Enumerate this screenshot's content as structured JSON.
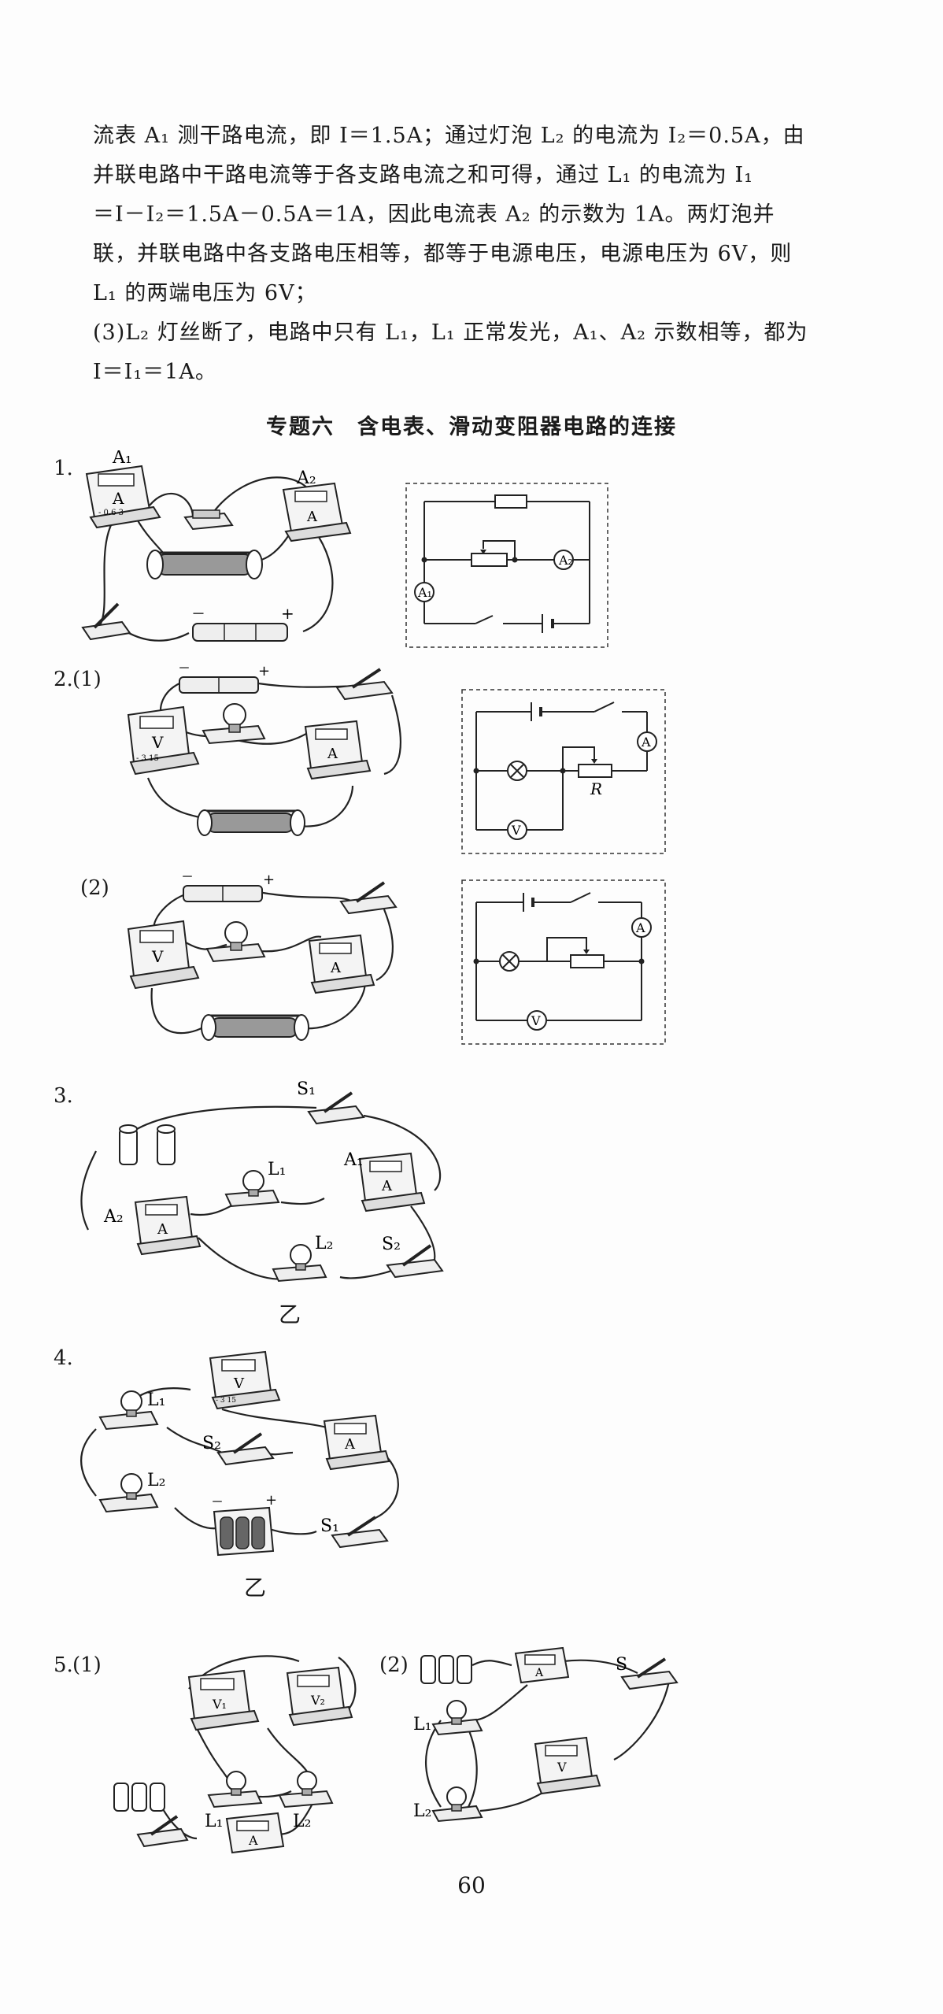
{
  "solution": {
    "lines": [
      "流表 A₁ 测干路电流，即 I＝1.5A；通过灯泡 L₂ 的电流为 I₂＝0.5A，由",
      "并联电路中干路电流等于各支路电流之和可得，通过 L₁ 的电流为 I₁",
      "＝I－I₂＝1.5A－0.5A＝1A，因此电流表 A₂ 的示数为 1A。两灯泡并",
      "联，并联电路中各支路电压相等，都等于电源电压，电源电压为 6V，则",
      "L₁ 的两端电压为 6V；",
      "(3)L₂ 灯丝断了，电路中只有 L₁，L₁ 正常发光，A₁、A₂ 示数相等，都为",
      "I＝I₁＝1A。"
    ]
  },
  "section_title": "专题六　含电表、滑动变阻器电路的连接",
  "questions": {
    "q1": {
      "number": "1."
    },
    "q2": {
      "number": "2.",
      "part1": "(1)",
      "part2": "(2)"
    },
    "q3": {
      "number": "3.",
      "caption": "乙"
    },
    "q4": {
      "number": "4.",
      "caption": "乙"
    },
    "q5": {
      "number": "5.",
      "part1": "(1)",
      "part2": "(2)"
    }
  },
  "figure_labels": {
    "A": "A",
    "V": "V",
    "A1": "A₁",
    "A2": "A₂",
    "L1": "L₁",
    "L2": "L₂",
    "S": "S",
    "S1": "S₁",
    "S2": "S₂",
    "V1": "V₁",
    "V2": "V₂",
    "R": "R",
    "plus": "+",
    "minus": "－",
    "scale_a": "-  0.6  3",
    "scale_v": "-  3  15"
  },
  "page_number": "60"
}
